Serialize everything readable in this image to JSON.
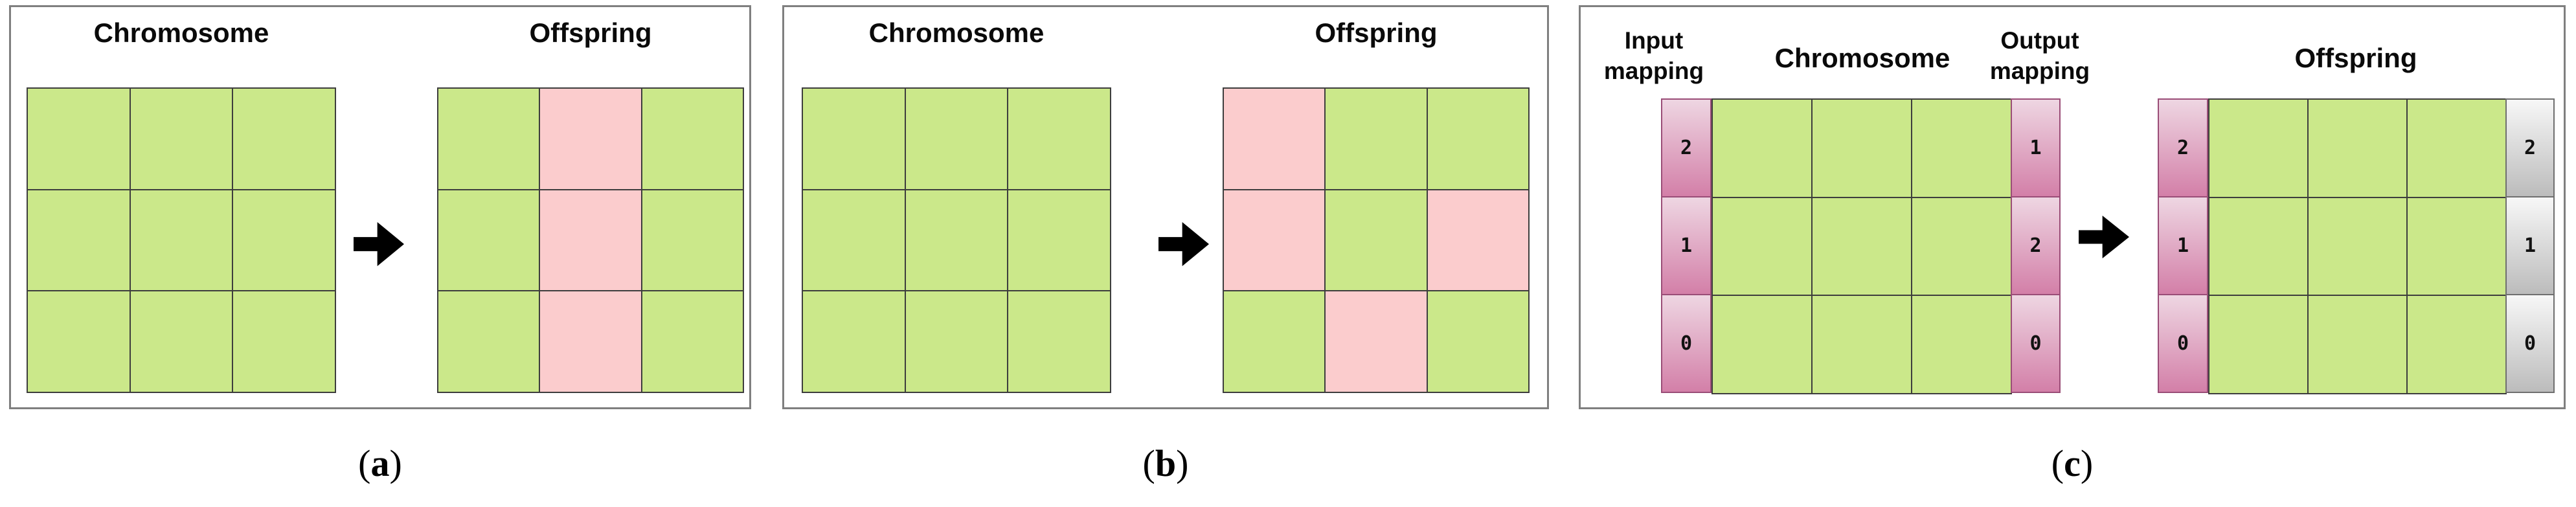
{
  "colors": {
    "green": "#cbe88a",
    "pink": "#fbcccd",
    "pink_grad_top": "#eed6e2",
    "pink_grad_bottom": "#d37fa8",
    "pink_border": "#9a4d77",
    "gray_grad_top": "#f7f7f7",
    "gray_grad_bottom": "#bcbcbc",
    "gray_border": "#6f6f6f",
    "panel_border": "#7f7f7f",
    "arrow": "#000000"
  },
  "panels": [
    {
      "caption": {
        "open": "(",
        "letter": "a",
        "close": ")"
      },
      "chromosome_title": "Chromosome",
      "offspring_title": "Offspring",
      "chromosome_grid": [
        [
          "g",
          "g",
          "g"
        ],
        [
          "g",
          "g",
          "g"
        ],
        [
          "g",
          "g",
          "g"
        ]
      ],
      "offspring_grid": [
        [
          "g",
          "p",
          "g"
        ],
        [
          "g",
          "p",
          "g"
        ],
        [
          "g",
          "p",
          "g"
        ]
      ]
    },
    {
      "caption": {
        "open": "(",
        "letter": "b",
        "close": ")"
      },
      "chromosome_title": "Chromosome",
      "offspring_title": "Offspring",
      "chromosome_grid": [
        [
          "g",
          "g",
          "g"
        ],
        [
          "g",
          "g",
          "g"
        ],
        [
          "g",
          "g",
          "g"
        ]
      ],
      "offspring_grid": [
        [
          "p",
          "g",
          "g"
        ],
        [
          "p",
          "g",
          "p"
        ],
        [
          "g",
          "p",
          "g"
        ]
      ]
    },
    {
      "caption": {
        "open": "(",
        "letter": "c",
        "close": ")"
      },
      "input_mapping_title": "Input mapping",
      "chromosome_title": "Chromosome",
      "output_mapping_title": "Output mapping",
      "offspring_title": "Offspring",
      "chromosome_input_mapping": [
        "2",
        "1",
        "0"
      ],
      "chromosome_output_mapping": [
        "1",
        "2",
        "0"
      ],
      "chromosome_grid": [
        [
          "g",
          "g",
          "g"
        ],
        [
          "g",
          "g",
          "g"
        ],
        [
          "g",
          "g",
          "g"
        ]
      ],
      "offspring_input_mapping": [
        "2",
        "1",
        "0"
      ],
      "offspring_output_mapping": [
        "2",
        "1",
        "0"
      ],
      "offspring_grid": [
        [
          "g",
          "g",
          "g"
        ],
        [
          "g",
          "g",
          "g"
        ],
        [
          "g",
          "g",
          "g"
        ]
      ]
    }
  ]
}
